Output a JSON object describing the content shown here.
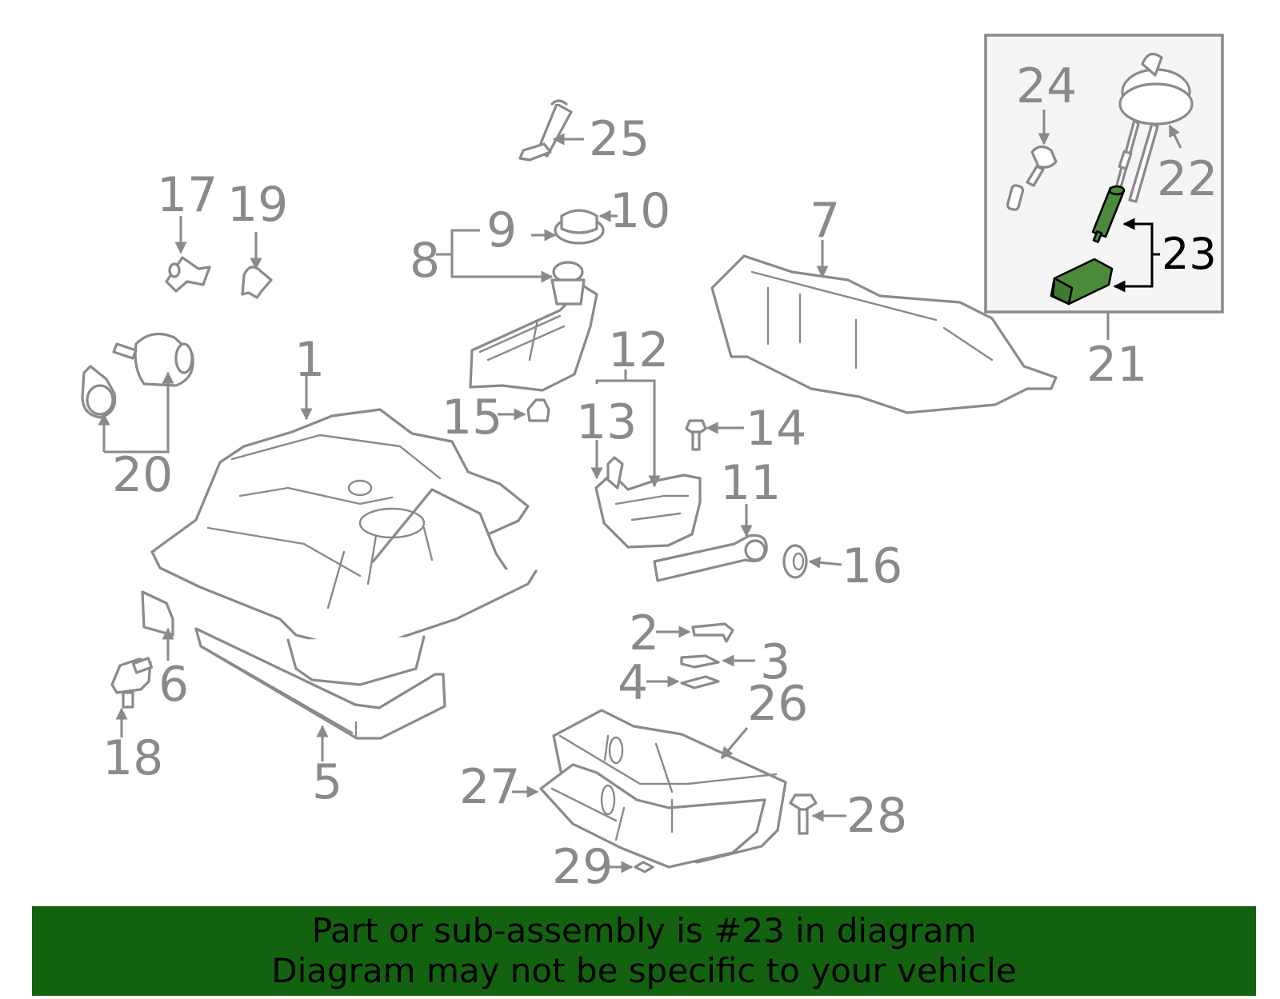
{
  "colors": {
    "banner_bg": "#13620f",
    "highlight_part": "#4b8a3a",
    "part_stroke": "#8a8a8a",
    "inset_bg": "#f5f5f5"
  },
  "highlighted_callout": "23",
  "callouts": {
    "c1": "1",
    "c2": "2",
    "c3": "3",
    "c4": "4",
    "c5": "5",
    "c6": "6",
    "c7": "7",
    "c8": "8",
    "c9": "9",
    "c10": "10",
    "c11": "11",
    "c12": "12",
    "c13": "13",
    "c14": "14",
    "c15": "15",
    "c16": "16",
    "c17": "17",
    "c18": "18",
    "c19": "19",
    "c20": "20",
    "c21": "21",
    "c22": "22",
    "c23": "23",
    "c24": "24",
    "c25": "25",
    "c26": "26",
    "c27": "27",
    "c28": "28",
    "c29": "29"
  },
  "banner": {
    "line1": "Part or sub-assembly is #23 in diagram",
    "line2": "Diagram may not be specific to your vehicle"
  }
}
